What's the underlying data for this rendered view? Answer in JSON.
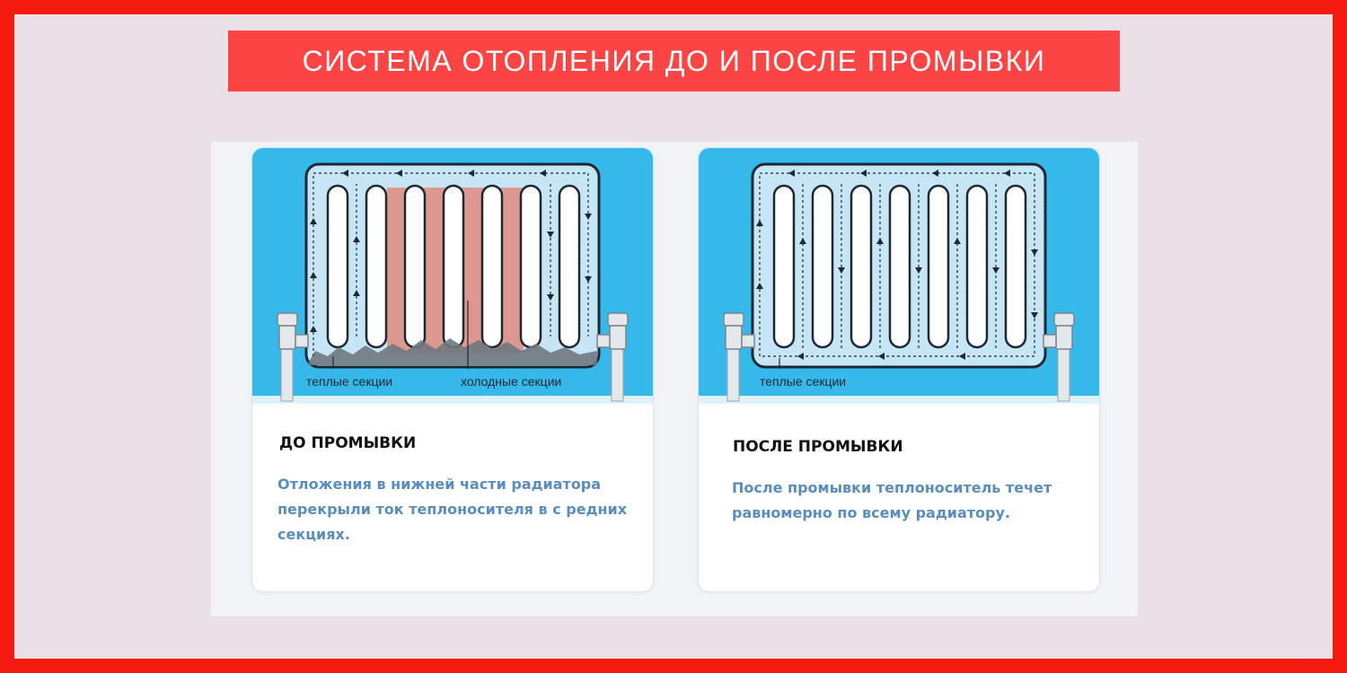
{
  "title": "СИСТЕМА ОТОПЛЕНИЯ ДО И ПОСЛЕ ПРОМЫВКИ",
  "panels": [
    {
      "heading": "ДО ПРОМЫВКИ",
      "description": "Отложения в нижней части радиатора перекрыли ток теплоносителя в с редних секциях.",
      "labels": [
        "теплые секции",
        "холодные секции"
      ]
    },
    {
      "heading": "ПОСЛЕ ПРОМЫВКИ",
      "description": "После промывки теплоноситель течет равномерно по всему радиатору.",
      "labels": [
        "теплые секции"
      ]
    }
  ],
  "colors": {
    "border": "#f31a10",
    "banner": "#fb4444",
    "sky": "#37b8ea",
    "radiator": "#c6e6f6",
    "cold_sections": "#e08a7e",
    "description": "#5a8dbf"
  }
}
